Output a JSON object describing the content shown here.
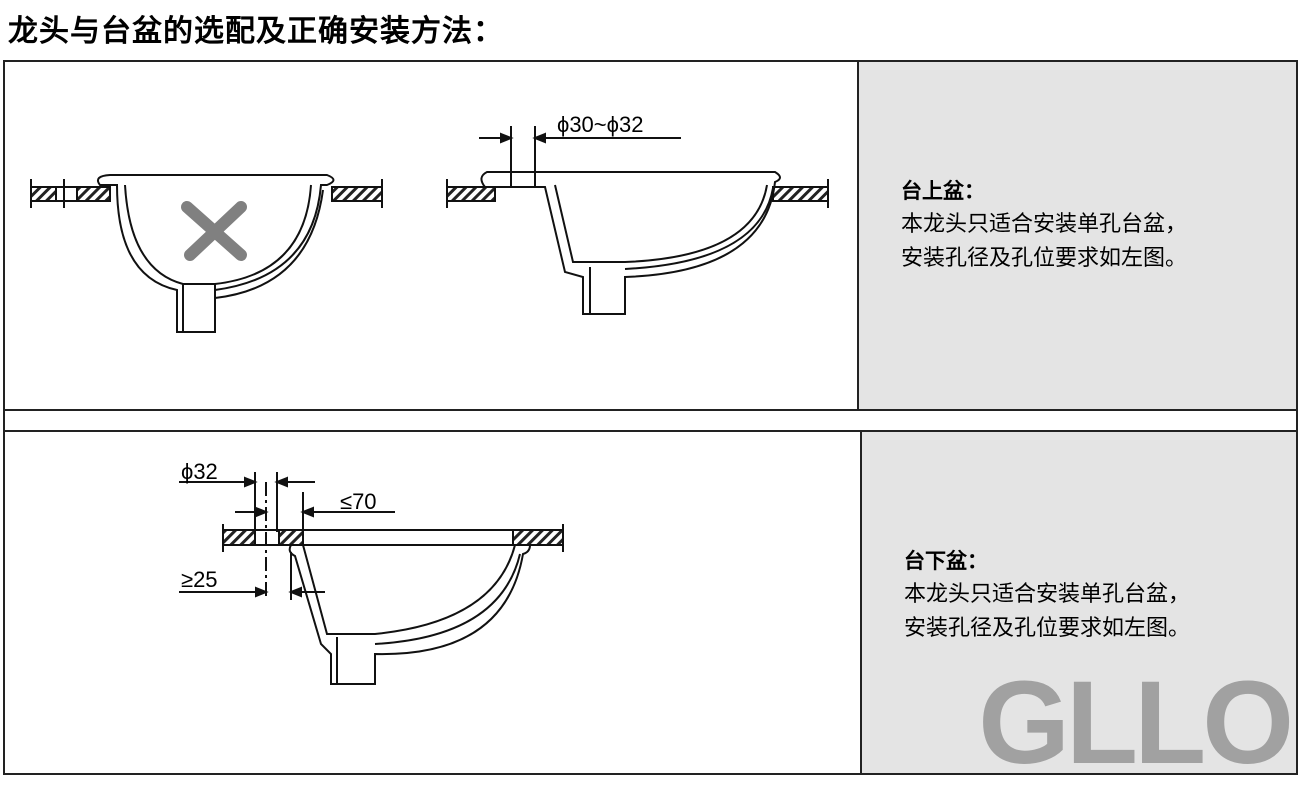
{
  "page_title": "龙头与台盆的选配及正确安装方法：",
  "sections": [
    {
      "heading": "台上盆：",
      "lines": [
        "本龙头只适合安装单孔台盆，",
        "安装孔径及孔位要求如左图。"
      ],
      "dimension_label": "ϕ30~ϕ32",
      "wrong_mark": "x-mark"
    },
    {
      "heading": "台下盆：",
      "lines": [
        "本龙头只适合安装单孔台盆，",
        "安装孔径及孔位要求如左图。"
      ],
      "dimensions": [
        "ϕ32",
        "≤70",
        "≥25"
      ]
    }
  ],
  "watermark": "GLLO",
  "colors": {
    "panel_gray": "#e4e4e4",
    "mark_gray": "#808080",
    "watermark": "#9a9a9a"
  }
}
